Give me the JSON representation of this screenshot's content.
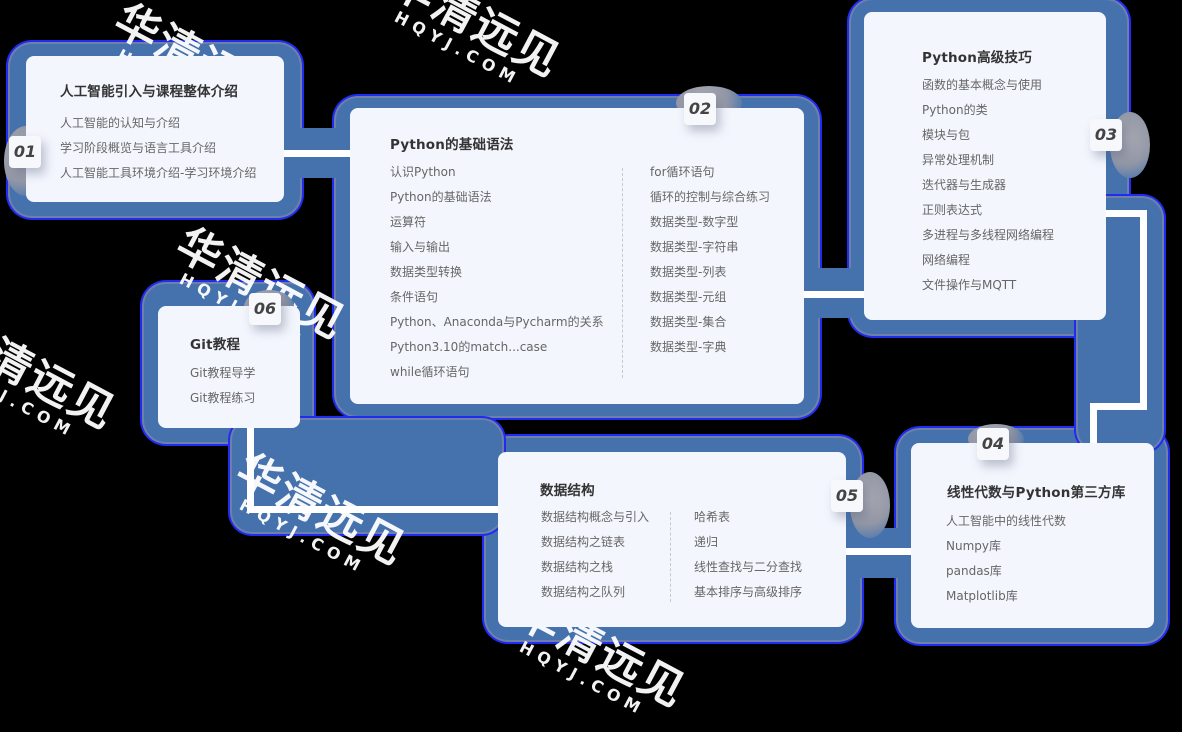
{
  "diagram": {
    "type": "course-roadmap",
    "watermark": {
      "cn": "华清远见",
      "en": "HQYJ.COM"
    },
    "colors": {
      "background": "#000000",
      "glow": "#4572ad",
      "card": "#f3f6fd",
      "connector": "#ffffff",
      "title_text": "#333333",
      "item_text": "#666666"
    },
    "modules": [
      {
        "number": "01",
        "title": "人工智能引入与课程整体介绍",
        "items": [
          "人工智能的认知与介绍",
          "学习阶段概览与语言工具介绍",
          "人工智能工具环境介绍-学习环境介绍"
        ]
      },
      {
        "number": "02",
        "title": "Python的基础语法",
        "left_items": [
          "认识Python",
          "Python的基础语法",
          "运算符",
          "输入与输出",
          "数据类型转换",
          "条件语句",
          "Python、Anaconda与Pycharm的关系",
          "Python3.10的match...case",
          "while循环语句"
        ],
        "right_items": [
          "for循环语句",
          "循环的控制与综合练习",
          "数据类型-数字型",
          "数据类型-字符串",
          "数据类型-列表",
          "数据类型-元组",
          "数据类型-集合",
          "数据类型-字典"
        ]
      },
      {
        "number": "03",
        "title": "Python高级技巧",
        "items": [
          "函数的基本概念与使用",
          "Python的类",
          "模块与包",
          "异常处理机制",
          "迭代器与生成器",
          "正则表达式",
          "多进程与多线程网络编程",
          "网络编程",
          "文件操作与MQTT"
        ]
      },
      {
        "number": "04",
        "title": "线性代数与Python第三方库",
        "items": [
          "人工智能中的线性代数",
          "Numpy库",
          "pandas库",
          "Matplotlib库"
        ]
      },
      {
        "number": "05",
        "title": "数据结构",
        "left_items": [
          "数据结构概念与引入",
          "数据结构之链表",
          "数据结构之栈",
          "数据结构之队列"
        ],
        "right_items": [
          "哈希表",
          "递归",
          "线性查找与二分查找",
          "基本排序与高级排序"
        ]
      },
      {
        "number": "06",
        "title": "Git教程",
        "items": [
          "Git教程导学",
          "Git教程练习"
        ]
      }
    ]
  }
}
